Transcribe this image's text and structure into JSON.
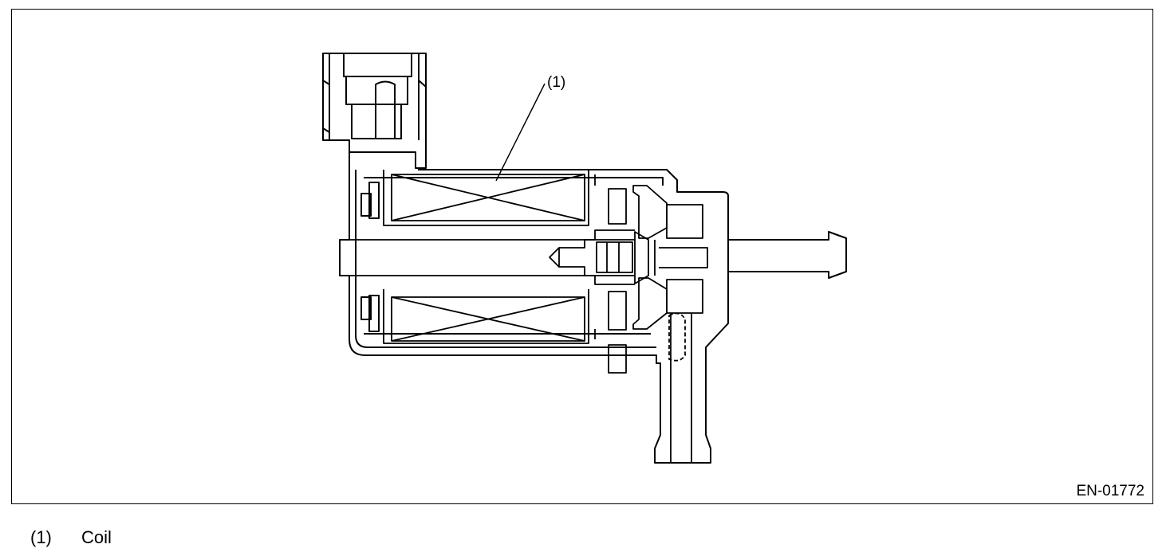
{
  "figure": {
    "callout": "(1)",
    "code": "EN-01772"
  },
  "legend": [
    {
      "number": "(1)",
      "label": "Coil"
    }
  ]
}
